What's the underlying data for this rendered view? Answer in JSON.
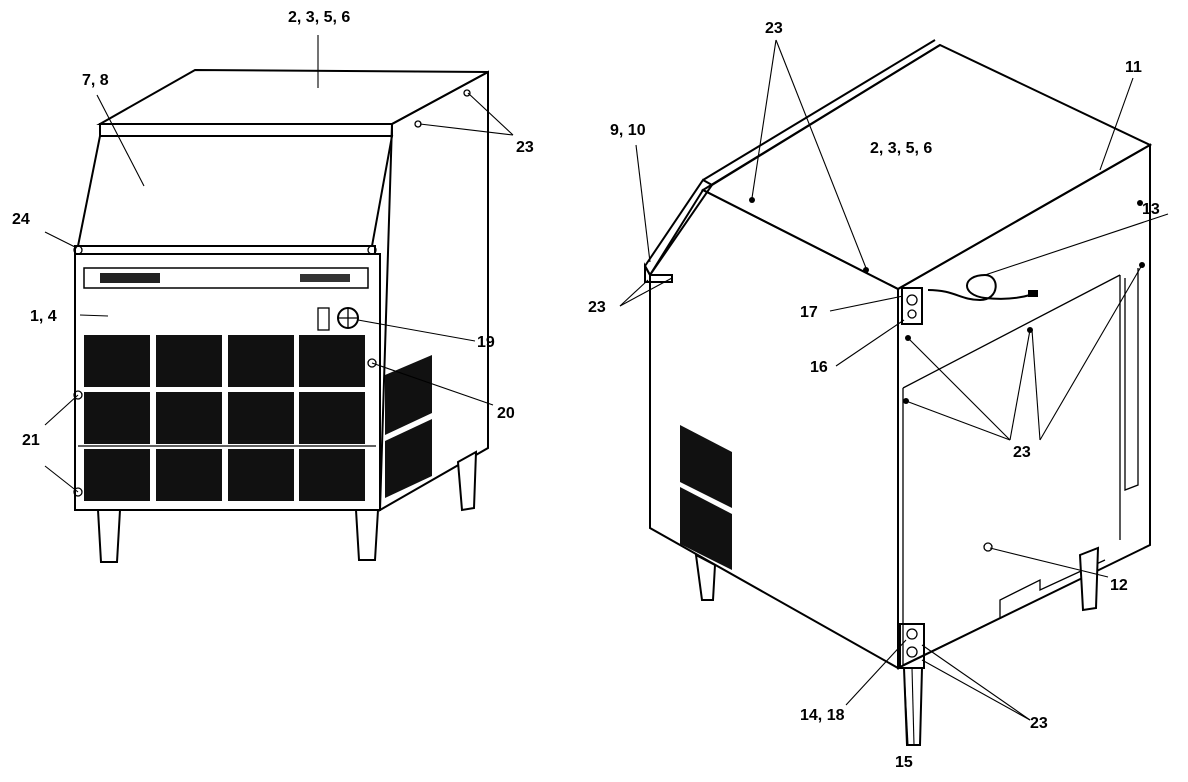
{
  "labels": {
    "left_top": "2, 3, 5, 6",
    "left_lid": "7, 8",
    "left_23": "23",
    "left_24": "24",
    "left_14": "1, 4",
    "left_19": "19",
    "left_20": "20",
    "left_21": "21",
    "right_23_top": "23",
    "right_11": "11",
    "right_910": "9, 10",
    "right_top": "2, 3, 5, 6",
    "right_13": "13",
    "right_23_left": "23",
    "right_17": "17",
    "right_16": "16",
    "right_23_mid": "23",
    "right_12": "12",
    "right_1418": "14, 18",
    "right_23_bottom": "23",
    "right_15": "15"
  }
}
